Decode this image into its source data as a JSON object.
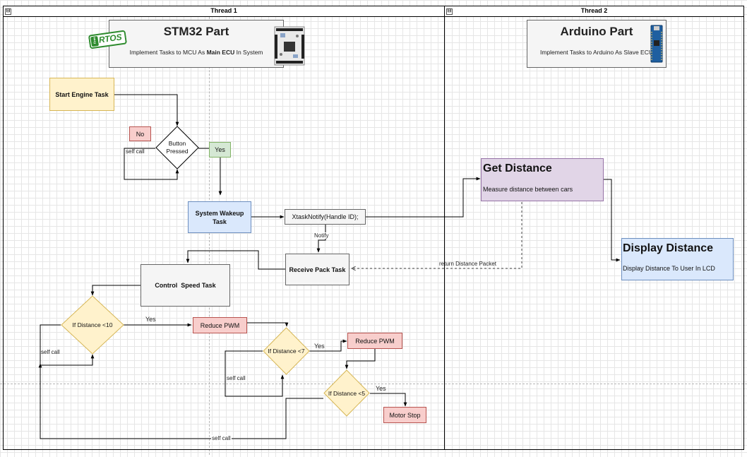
{
  "lanes": {
    "thread1": {
      "title": "Thread 1",
      "toggle": "⊟"
    },
    "thread2": {
      "title": "Thread 2",
      "toggle": "⊟"
    }
  },
  "stm32_card": {
    "title": "STM32 Part",
    "subtitle_pre": "Implement Tasks to MCU As ",
    "subtitle_bold": "Main ECU",
    "subtitle_post": " In System",
    "logo_text": "RTOS",
    "logo_small": "Free"
  },
  "arduino_card": {
    "title": "Arduino Part",
    "subtitle": "Implement Tasks to Arduino As Slave ECU"
  },
  "nodes": {
    "start_engine": "Start Engine Task",
    "button_pressed": "Button Pressed",
    "no": "No",
    "yes": "Yes",
    "system_wakeup": "System Wakeup Task",
    "xtask_notify": "XtaskNotify(Handle ID);",
    "receive_pack": "Receive Pack Task",
    "control_speed": "Control  Speed Task",
    "if_dist_10": "If Distance <10",
    "reduce_pwm_1": "Reduce PWM",
    "if_dist_7": "If Distance <7",
    "reduce_pwm_2": "Reduce PWM",
    "if_dist_5": "If Distance <5",
    "motor_stop": "Motor Stop",
    "get_distance_title": "Get Distance",
    "get_distance_desc": "Measure distance between cars",
    "display_distance_title": "Display Distance",
    "display_distance_desc": "Display Distance To User In LCD"
  },
  "edge_labels": {
    "self_call_button": "self call",
    "notify": "Notify",
    "return_packet": "return Distance Packet",
    "yes_10": "Yes",
    "yes_7": "Yes",
    "yes_5": "Yes",
    "self_call_10": "self call",
    "self_call_7": "self call",
    "self_call_bottom": "self call"
  },
  "colors": {
    "yellow_fill": "#fff2cc",
    "yellow_stroke": "#d6b656",
    "blue_fill": "#dae8fc",
    "blue_stroke": "#6c8ebf",
    "red_fill": "#f8cecc",
    "red_stroke": "#b85450",
    "green_fill": "#d5e8d4",
    "green_stroke": "#82b366",
    "purple_fill": "#e1d5e7",
    "purple_stroke": "#9673a6",
    "gray_fill": "#f5f5f5",
    "gray_stroke": "#666666"
  }
}
